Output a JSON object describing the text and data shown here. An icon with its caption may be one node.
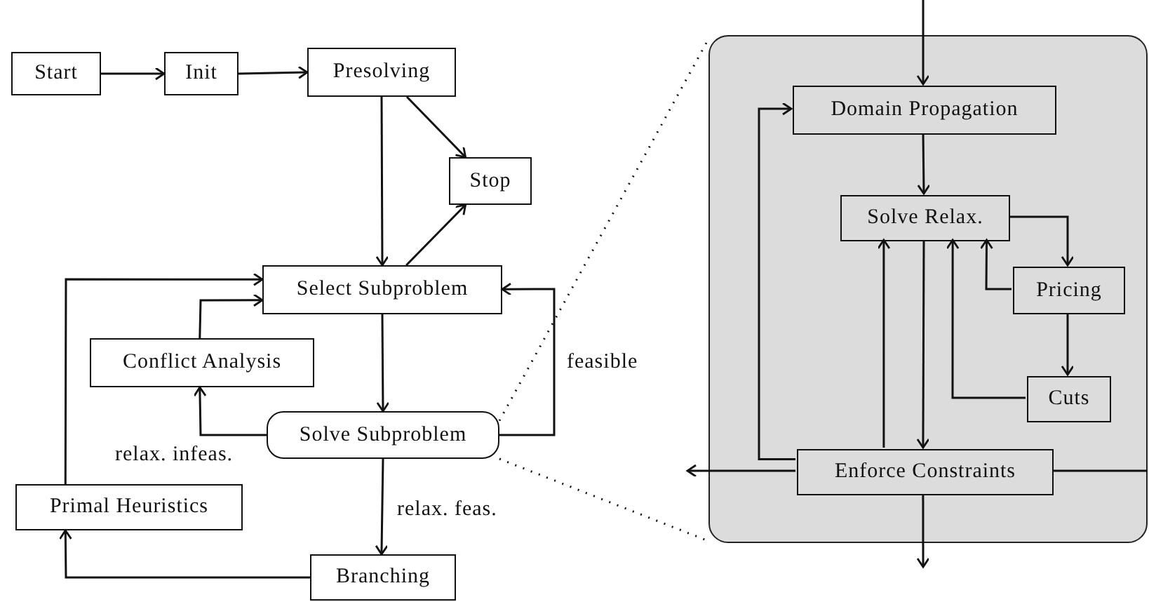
{
  "diagram": {
    "nodes": [
      {
        "text": [
          "Start"
        ]
      },
      {
        "text": [
          "Init"
        ]
      },
      {
        "text": [
          "Presolving"
        ]
      },
      {
        "text": [
          "Stop"
        ]
      },
      {
        "text": [
          "Select Subproblem"
        ]
      },
      {
        "text": [
          "Conflict Analysis"
        ]
      },
      {
        "text": [
          "Solve Subproblem"
        ]
      },
      {
        "text": [
          "Primal Heuristics"
        ]
      },
      {
        "text": [
          "Branching"
        ]
      },
      {
        "text": [],
        "shape": "box"
      },
      {
        "text": [
          "Domain Propagation"
        ],
        "in": 9
      },
      {
        "text": [
          "Solve Relax."
        ],
        "in": 9
      },
      {
        "text": [
          "Pricing"
        ],
        "in": 9
      },
      {
        "text": [
          "Cuts"
        ],
        "in": 9
      },
      {
        "text": [
          "Enforce Constraints"
        ],
        "in": 9
      }
    ],
    "edges": [
      {
        "from": 0,
        "to": 1,
        "arrow": "to"
      },
      {
        "from": 1,
        "to": 2,
        "arrow": "to"
      },
      {
        "from": 2,
        "to": 4,
        "arrow": "to"
      },
      {
        "from": 2,
        "to": 3,
        "arrow": "to"
      },
      {
        "from": 4,
        "to": 3,
        "arrow": "to"
      },
      {
        "from": 4,
        "to": 6,
        "arrow": "to"
      },
      {
        "from": 6,
        "to": 5,
        "label": "relax. infeas.",
        "arrow": "to"
      },
      {
        "from": 5,
        "to": 4,
        "arrow": "to"
      },
      {
        "from": 6,
        "to": 4,
        "label": "feasible",
        "arrow": "to"
      },
      {
        "from": 6,
        "to": 8,
        "label": "relax. feas.",
        "arrow": "to"
      },
      {
        "from": 8,
        "to": 7,
        "arrow": "to"
      },
      {
        "from": 7,
        "to": 4,
        "arrow": "to"
      },
      {
        "from": null,
        "to": 10,
        "arrow": "to"
      },
      {
        "from": 10,
        "to": 11,
        "arrow": "to"
      },
      {
        "from": 11,
        "to": 12,
        "arrow": "to"
      },
      {
        "from": 12,
        "to": 11,
        "arrow": "to"
      },
      {
        "from": 12,
        "to": 13,
        "arrow": "to"
      },
      {
        "from": 13,
        "to": 11,
        "arrow": "to"
      },
      {
        "from": 11,
        "to": 14,
        "arrow": "to"
      },
      {
        "from": 14,
        "to": 11,
        "arrow": "to"
      },
      {
        "from": 14,
        "to": 10,
        "arrow": "to"
      },
      {
        "from": 14,
        "to": null,
        "arrow": "to"
      },
      {
        "from": 14,
        "to": null,
        "arrow": "to"
      },
      {
        "from": 14,
        "to": null,
        "arrow": "none"
      },
      {
        "from": 6,
        "to": 9,
        "arrow": "none",
        "style": "dashed"
      },
      {
        "from": 6,
        "to": 9,
        "arrow": "none",
        "style": "dashed"
      }
    ]
  }
}
